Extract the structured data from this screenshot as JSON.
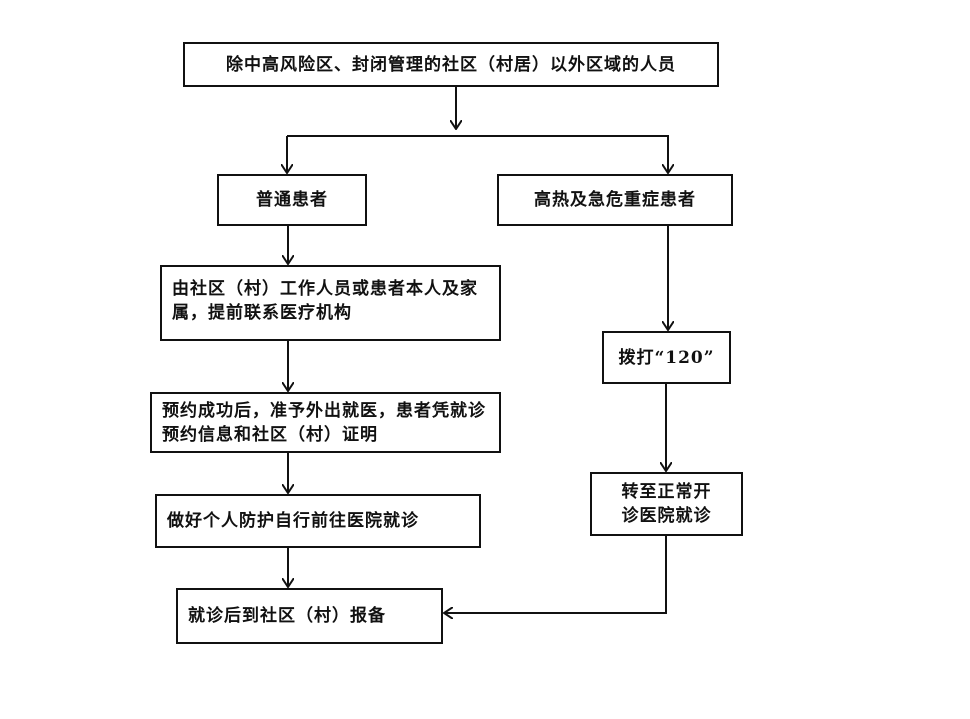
{
  "flowchart": {
    "start": "除中高风险区、封闭管理的社区（村居）以外区域的人员",
    "left_branch": {
      "title": "普通患者",
      "step1": "由社区（村）工作人员或患者本人及家属，提前联系医疗机构",
      "step2": "预约成功后，准予外出就医，患者凭就诊预约信息和社区（村）证明",
      "step3": "做好个人防护自行前往医院就诊"
    },
    "right_branch": {
      "title": "高热及急危重症患者",
      "step1": "拨打“120”",
      "step2": "转至正常开诊医院就诊"
    },
    "end": "就诊后到社区（村）报备"
  }
}
